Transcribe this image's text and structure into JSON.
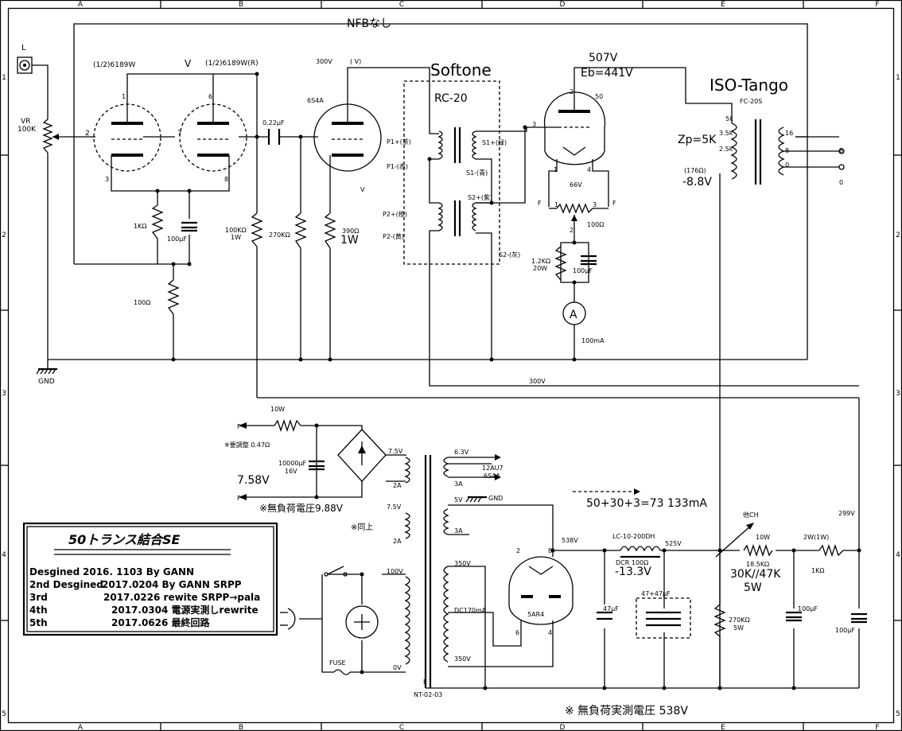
{
  "frame": {
    "cols": [
      "A",
      "B",
      "C",
      "D",
      "E",
      "F"
    ],
    "rows": [
      "1",
      "2",
      "3",
      "4",
      "5"
    ]
  },
  "labels": {
    "nfb": "NFBなし",
    "input_l": "L",
    "vr": "VR",
    "vr_val": "100K",
    "gnd": "GND",
    "tube1": "(1/2)6189W",
    "tube2": "(1/2)6189W(R)",
    "v1": "V",
    "pin2": "2",
    "pin7": "7",
    "pin1": "1",
    "pin6": "6",
    "pin3": "3",
    "pin8": "8",
    "r1k": "1KΩ",
    "c100u_a": "100μF",
    "r100": "100Ω",
    "c022": "0.22μF",
    "r100k": "100KΩ",
    "r100k_w": "1W",
    "r270k": "270KΩ",
    "v_300": "300V",
    "v_paren": "(      V)",
    "tube3": "6S4A",
    "v_grid": "V",
    "r390": "390Ω",
    "r390_w": "1W",
    "softone": "Softone",
    "rc20": "RC-20",
    "p1p": "P1+(茶)",
    "p1m": "P1-(赤)",
    "p2p": "P2+(橙)",
    "p2m": "P2-(黄)",
    "s1p": "S1+(緑)",
    "s1m": "S1-(青)",
    "s2p": "S2+(紫)",
    "s2m": "S2-(灰)",
    "v507": "507V",
    "eb": "Eb=441V",
    "tube4": "50",
    "p50_2": "2",
    "p50_3": "3",
    "p50_1": "1",
    "p50_4": "4",
    "v66": "66V",
    "f1": "F",
    "f2": "F",
    "r100_h": "100Ω",
    "pot1": "1",
    "pot2": "2",
    "pot3": "3",
    "r12k": "1.2KΩ",
    "r12k_w": "20W",
    "c100u_b": "100μF",
    "meter": "A",
    "ma100": "100mA",
    "iso": "ISO-Tango",
    "fc20s": "FC-20S",
    "t5k": "5k",
    "t35k": "3.5k",
    "t25k": "2.5k",
    "zp": "Zp=5K",
    "t176": "(176Ω)",
    "v88": "-8.8V",
    "o16": "16",
    "o8": "8",
    "o0": "0",
    "sp8": "8",
    "sp0": "0",
    "v300b": "300V",
    "r10w": "10W",
    "f_out1": "F",
    "f_out2": "F",
    "adj": "※要調整 0.47Ω",
    "c10000": "10000μF",
    "c10000v": "16V",
    "v758": "7.58V",
    "nl988": "※無負荷電圧9.88V",
    "same": "※同上",
    "v75a": "7.5V",
    "a2a": "2A",
    "v75b": "7.5V",
    "a2b": "2A",
    "v63": "6.3V",
    "a3a": "3A",
    "h12": "12AU7",
    "h6s": "6S4A",
    "v5": "5V",
    "gnd2": "GND",
    "a3b": "3A",
    "v100": "100V",
    "v0": "0V",
    "fuse": "FUSE",
    "v350a": "350V",
    "dc170": "DC170mA",
    "v350b": "350V",
    "nt": "NT-02-03",
    "e": "E",
    "calc": "50+30+3=73 133mA",
    "v538": "538V",
    "lc": "LC-10-200DH",
    "dcr": "DCR 100Ω",
    "v133": "-13.3V",
    "v525": "525V",
    "c4747": "47+47μF",
    "c47": "47μF",
    "r5ar4": "5AR4",
    "p5_2": "2",
    "p5_8": "8",
    "p5_6": "6",
    "p5_4": "4",
    "other_ch": "他CH",
    "r10w2": "10W",
    "r185k": "18.5KΩ",
    "r30k": "30K//47K",
    "r5w": "5W",
    "r270k2": "270KΩ",
    "r270k2w": "5W",
    "c100u_c": "100μF",
    "r2w": "2W(1W)",
    "r1k2": "1KΩ",
    "v299": "299V",
    "c100u_d": "100μF",
    "nl538": "※  無負荷実測電圧  538V"
  },
  "titleblock": {
    "title": "50トランス結合SE",
    "rows": [
      {
        "label": "Desgined",
        "text": "2016. 1103   By   GANN"
      },
      {
        "label": "2nd Desgined",
        "text": "2017.0204 By GANN  SRPP"
      },
      {
        "label": "3rd",
        "text": "2017.0226 rewite   SRPP→pala"
      },
      {
        "label": "4th",
        "text": "2017.0304  電源実測しrewrite"
      },
      {
        "label": "5th",
        "text": "2017.0626  最終回路"
      }
    ]
  }
}
